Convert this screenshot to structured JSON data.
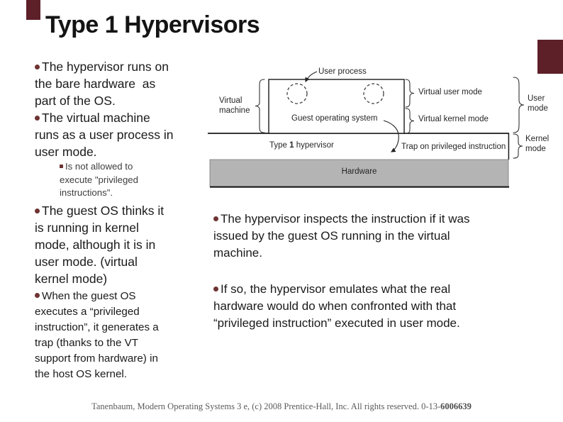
{
  "slide": {
    "title": "Type 1 Hypervisors",
    "footer": {
      "text": "Tanenbaum, Modern Operating Systems 3 e, (c) 2008 Prentice-Hall, Inc. All rights reserved. 0-13-",
      "bold": "6006639"
    }
  },
  "theme": {
    "accent_color": "#5d2028",
    "bullet_color": "#6d3332"
  },
  "left_column": {
    "bullets": [
      {
        "level": 1,
        "text": "The hypervisor runs on\nthe bare hardware  as\npart of the OS."
      },
      {
        "level": 1,
        "text": "The virtual machine\nruns as a user process in\nuser mode."
      },
      {
        "level": 2,
        "text": "Is not allowed to\nexecute \"privileged\ninstructions\"."
      },
      {
        "level": 1,
        "text": "The guest OS thinks it\nis running in kernel\nmode, although it is in\nuser mode. (virtual\nkernel mode)"
      },
      {
        "level": 1,
        "text": "When the guest OS\nexecutes a “privileged\ninstruction”, it generates a\ntrap (thanks to the VT\nsupport from hardware) in\nthe host OS kernel."
      }
    ]
  },
  "right_column": {
    "bullets": [
      {
        "text": "The hypervisor inspects the instruction if it was\nissued by the guest OS running in the virtual\nmachine."
      },
      {
        "text": "If so, the hypervisor emulates what the real\nhardware would do when confronted with that\n“privileged instruction” executed in user mode."
      }
    ]
  },
  "diagram": {
    "labels": {
      "user_process": "User process",
      "virtual_machine": "Virtual\nmachine",
      "guest_os": "Guest operating system",
      "hypervisor_pre": "Type ",
      "hypervisor_bold": "1",
      "hypervisor_post": " hypervisor",
      "hardware": "Hardware",
      "virtual_user_mode": "Virtual user mode",
      "virtual_kernel_mode": "Virtual kernel mode",
      "user_mode": "User\nmode",
      "kernel_mode": "Kernel\nmode",
      "trap": "Trap on privileged instruction"
    },
    "colors": {
      "hardware_fill": "#b4b4b4",
      "stroke": "#222222"
    }
  }
}
